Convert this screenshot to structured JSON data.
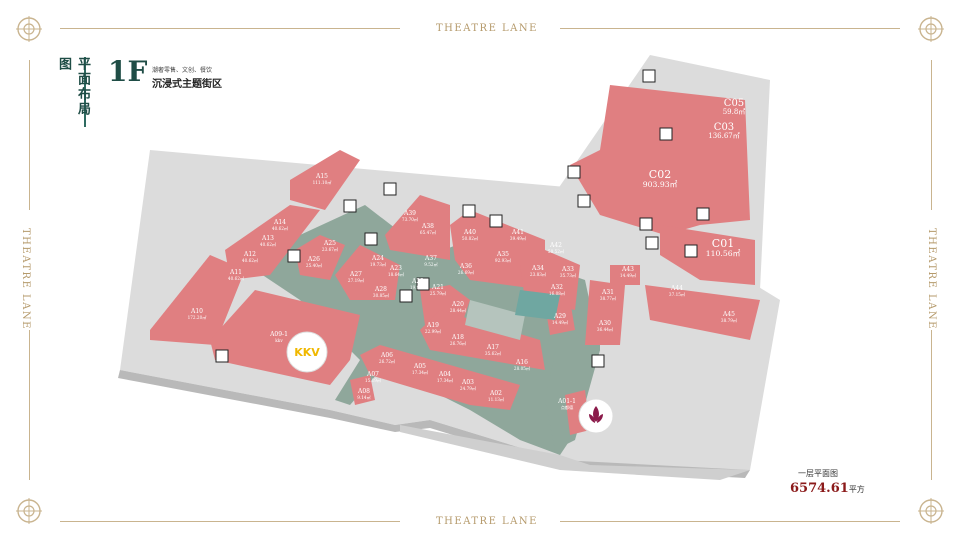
{
  "brand": "THEATRE LANE",
  "vertical_title": "平面布局图",
  "floor": "1F",
  "subtitle_small": "潮奢零售、文创、餐饮",
  "subtitle": "沉浸式主题街区",
  "summary": {
    "label": "一层平面图",
    "area": "6574.61",
    "unit": "平方"
  },
  "colors": {
    "shop": "#e07f81",
    "corridor": "#8fa79b",
    "base": "#d9d9d9",
    "accent": "#1f4d46",
    "gold": "#c9b48f"
  },
  "icons": [
    "escalator-icon",
    "elevator-icon",
    "lotus-logo-icon"
  ],
  "kkv": "KKV",
  "units": [
    {
      "code": "A15",
      "area": "111.10㎡"
    },
    {
      "code": "A14",
      "area": "40.62㎡"
    },
    {
      "code": "A13",
      "area": "40.62㎡"
    },
    {
      "code": "A12",
      "area": "40.62㎡"
    },
    {
      "code": "A11",
      "area": "40.62㎡"
    },
    {
      "code": "A10",
      "area": "172.20㎡"
    },
    {
      "code": "A09-1",
      "area": "kkv"
    },
    {
      "code": "A25",
      "area": "23.67㎡"
    },
    {
      "code": "A26",
      "area": "25.40㎡"
    },
    {
      "code": "A27",
      "area": "27.19㎡"
    },
    {
      "code": "A24",
      "area": "19.73㎡"
    },
    {
      "code": "A23",
      "area": "18.64㎡"
    },
    {
      "code": "A28",
      "area": "30.85㎡"
    },
    {
      "code": "A22",
      "area": "19.91㎡"
    },
    {
      "code": "A21",
      "area": "25.79㎡"
    },
    {
      "code": "A39",
      "area": "73.70㎡"
    },
    {
      "code": "A38",
      "area": "65.47㎡"
    },
    {
      "code": "A37",
      "area": "9.52㎡"
    },
    {
      "code": "A40",
      "area": "50.82㎡"
    },
    {
      "code": "A36",
      "area": "26.69㎡"
    },
    {
      "code": "A41",
      "area": "39.49㎡"
    },
    {
      "code": "A35",
      "area": "92.93㎡"
    },
    {
      "code": "A42",
      "area": "58.52㎡"
    },
    {
      "code": "A34",
      "area": "23.83㎡"
    },
    {
      "code": "A33",
      "area": "35.73㎡"
    },
    {
      "code": "A32",
      "area": "16.08㎡"
    },
    {
      "code": "A20",
      "area": "28.44㎡"
    },
    {
      "code": "A19",
      "area": "22.99㎡"
    },
    {
      "code": "A18",
      "area": "26.76㎡"
    },
    {
      "code": "A17",
      "area": "35.62㎡"
    },
    {
      "code": "A16",
      "area": "28.05㎡"
    },
    {
      "code": "A29",
      "area": "14.49㎡"
    },
    {
      "code": "A30",
      "area": "36.44㎡"
    },
    {
      "code": "A31",
      "area": "38.77㎡"
    },
    {
      "code": "A43",
      "area": "14.49㎡"
    },
    {
      "code": "A44",
      "area": "37.15㎡"
    },
    {
      "code": "A45",
      "area": "38.79㎡"
    },
    {
      "code": "A06",
      "area": "26.72㎡"
    },
    {
      "code": "A05",
      "area": "17.34㎡"
    },
    {
      "code": "A04",
      "area": "17.34㎡"
    },
    {
      "code": "A03",
      "area": "24.79㎡"
    },
    {
      "code": "A02",
      "area": "11.13㎡"
    },
    {
      "code": "A07",
      "area": "15.19㎡"
    },
    {
      "code": "A08",
      "area": "9.14㎡"
    },
    {
      "code": "A01-1",
      "area": "点都德"
    },
    {
      "code": "C05",
      "area": "59.8㎡"
    },
    {
      "code": "C03",
      "area": "136.67㎡"
    },
    {
      "code": "C02",
      "area": "903.93㎡"
    },
    {
      "code": "C01",
      "area": "110.56㎡"
    }
  ]
}
